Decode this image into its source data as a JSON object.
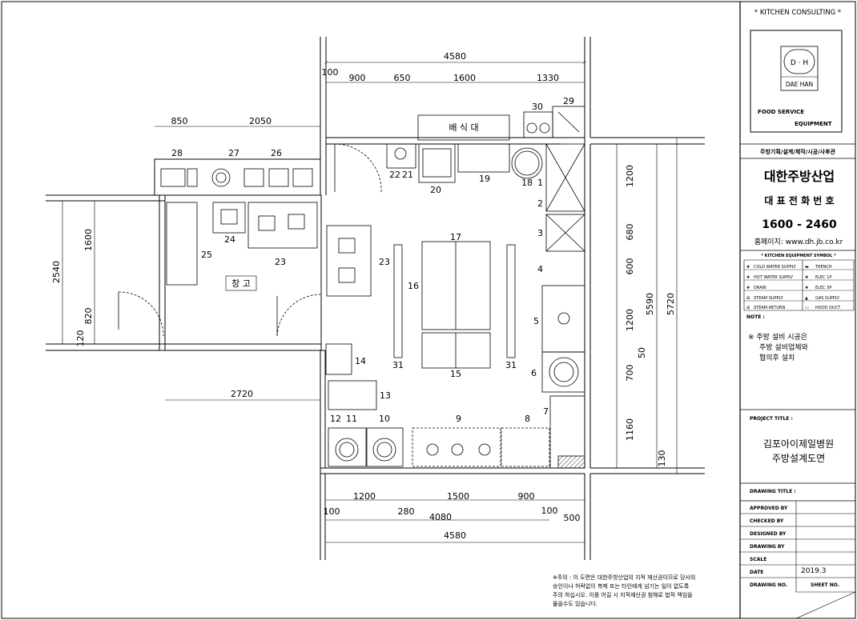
{
  "title_block": {
    "header": "* KITCHEN CONSULTING *",
    "logo_letters": "D · H",
    "logo_name": "DAE HAN",
    "food_service": "FOOD SERVICE",
    "equipment": "EQUIPMENT",
    "services": "주방기획/설계/제작/시공/사후관",
    "company": "대한주방산업",
    "phone_label": "대 표 전 화 번 호",
    "phone": "1600 - 2460",
    "homepage": "홈페이지: www.dh.jb.co.kr",
    "legend_title": "* KITCHEN EQUIPMENT SYMBOL *",
    "legend": [
      [
        "COLD WATER SUPPLY",
        "TRENCH"
      ],
      [
        "HOT WATER SUPPLY",
        "ELEC 1P"
      ],
      [
        "DRAIN",
        "ELEC 3P"
      ],
      [
        "STEAM SUPPLY",
        "GAS SUPPLY"
      ],
      [
        "STEAM RETURN",
        "HOOD DUCT"
      ]
    ],
    "note_label": "NOTE :",
    "notes": [
      "※ 주방 설비 시공은",
      "주방 설비업체와",
      "협의후 설치"
    ],
    "project_title_label": "PROJECT TITLE :",
    "project_title": [
      "김포아이제일병원",
      "주방설계도면"
    ],
    "drawing_title_label": "DRAWING TITLE :",
    "rows": [
      {
        "label": "APPROVED BY",
        "value": ""
      },
      {
        "label": "CHECKED BY",
        "value": ""
      },
      {
        "label": "DESIGNED BY",
        "value": ""
      },
      {
        "label": "DRAWING BY",
        "value": ""
      },
      {
        "label": "SCALE",
        "value": ""
      },
      {
        "label": "DATE",
        "value": "2019.3"
      }
    ],
    "drawing_no_label": "DRAWING NO.",
    "sheet_no_label": "SHEET NO."
  },
  "plan": {
    "rooms": {
      "serving_counter": "배 식 대",
      "storage": "창 고"
    },
    "dimensions": {
      "top_total": "4580",
      "top_segments": [
        "100",
        "900",
        "650",
        "1600",
        "1330"
      ],
      "upper_left": [
        "850",
        "2050"
      ],
      "left_vertical": [
        "2540",
        "1600",
        "820",
        "120"
      ],
      "left_horizontal": "2720",
      "right_inner": [
        "1200",
        "680",
        "600",
        "1200",
        "700",
        "1160"
      ],
      "right_mid": [
        "5590",
        "50",
        "130"
      ],
      "right_outer": "5720",
      "bottom_segments": [
        "1200",
        "1500",
        "900"
      ],
      "bottom_small": [
        "100",
        "280",
        "100"
      ],
      "bottom_middle": "4080",
      "bottom_right": "500",
      "bottom_total": "4580"
    },
    "equipment_numbers": {
      "n1": "1",
      "n2": "2",
      "n3": "3",
      "n4": "4",
      "n5": "5",
      "n6": "6",
      "n7": "7",
      "n8": "8",
      "n9": "9",
      "n10": "10",
      "n11": "11",
      "n12": "12",
      "n13": "13",
      "n14": "14",
      "n15": "15",
      "n16": "16",
      "n17": "17",
      "n18": "18",
      "n19": "19",
      "n20": "20",
      "n21": "21",
      "n22": "22",
      "n23a": "23",
      "n23b": "23",
      "n24": "24",
      "n25": "25",
      "n26": "26",
      "n27": "27",
      "n28": "28",
      "n29": "29",
      "n30": "30",
      "n31a": "31",
      "n31b": "31"
    }
  },
  "notice": [
    "※주의 : 이 도면은 대한주방산업의 지적 재산권이므로 당사의",
    "승인이나 허락없이 복제 또는 타인에게 넘기는 일이 없도록",
    "주의 하십시오. 이를 어길 시 지적재산권 침해로 법적 책임을",
    "물을수도 있습니다."
  ]
}
